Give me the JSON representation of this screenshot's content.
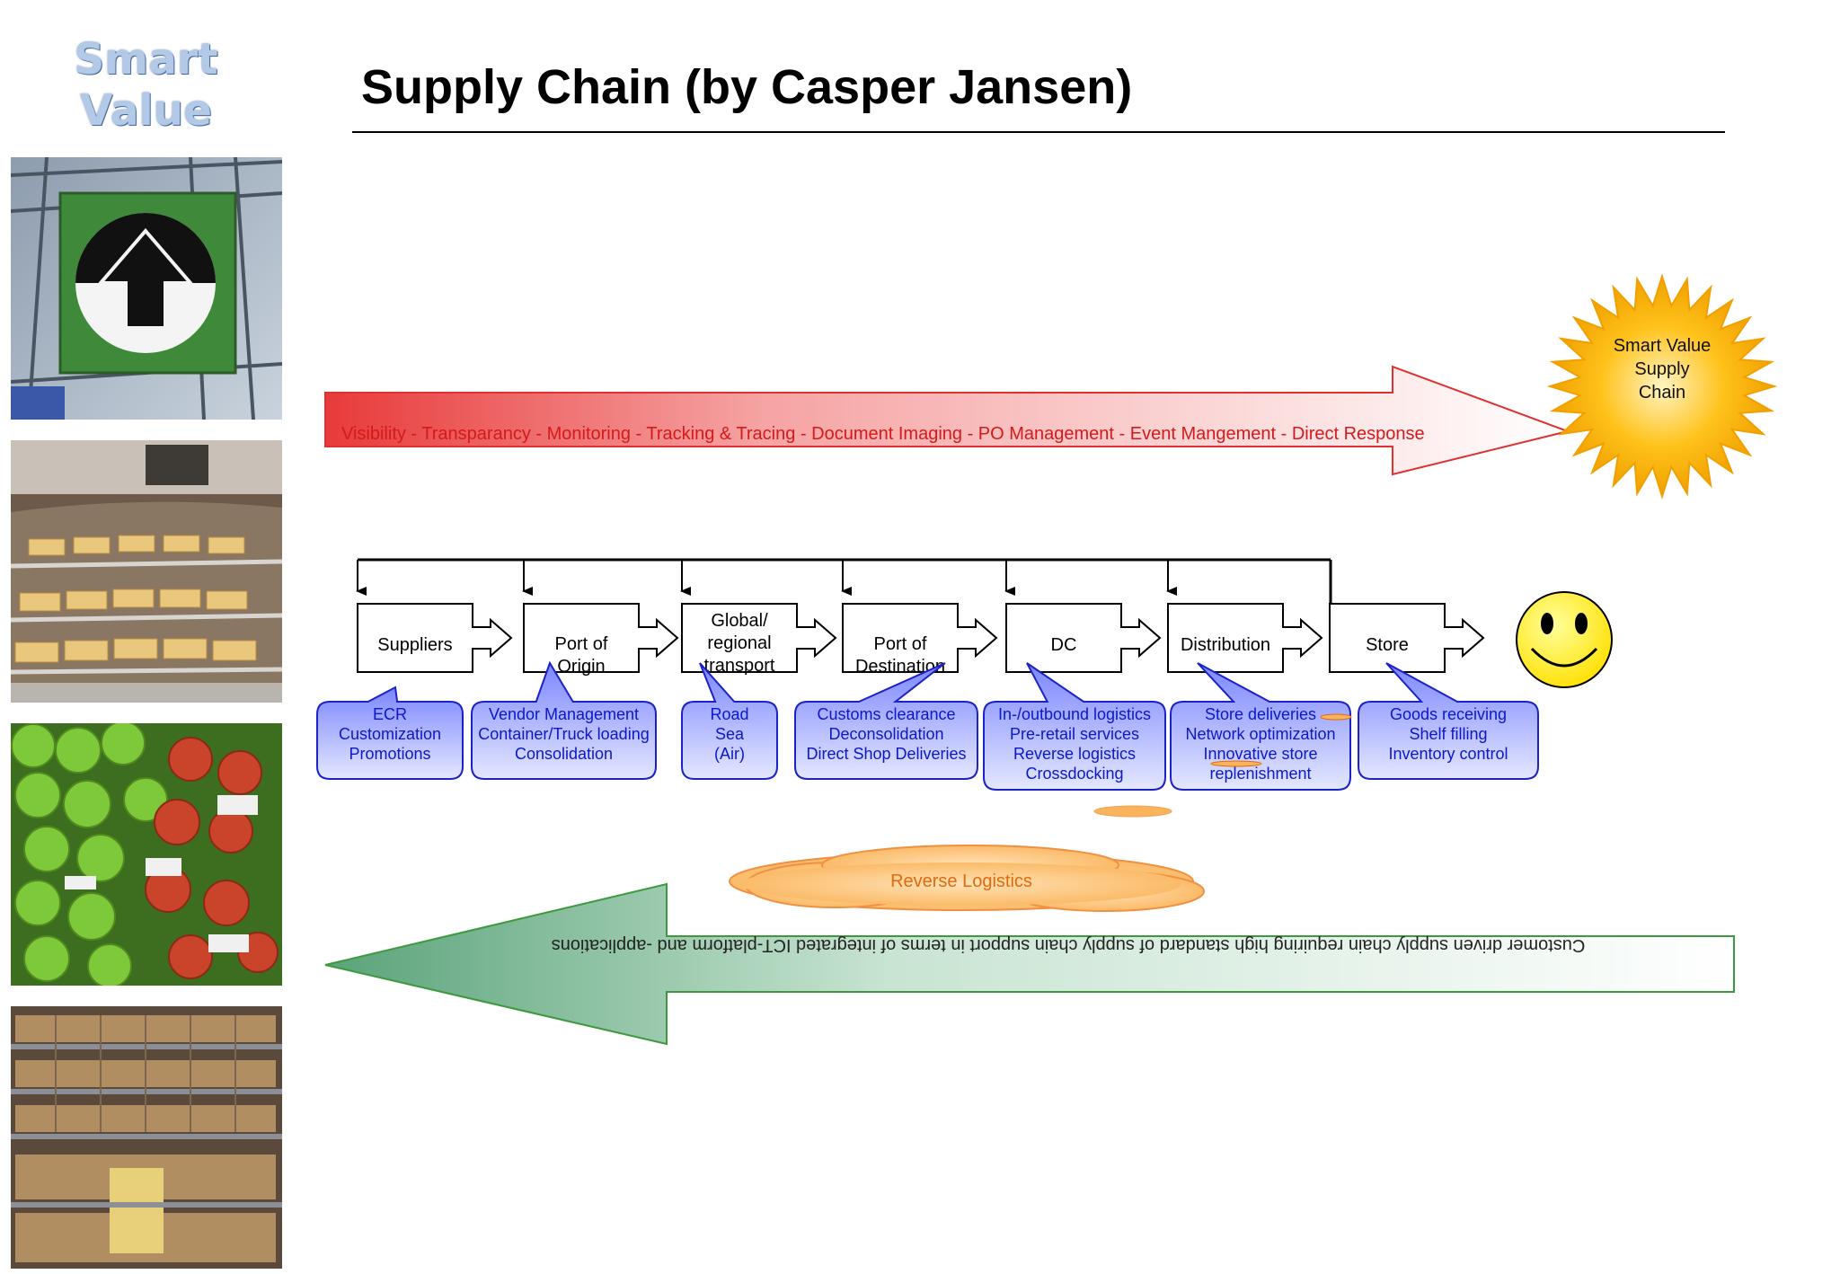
{
  "logo": {
    "line1": "Smart",
    "line2": "Value"
  },
  "title": "Supply Chain (by Casper Jansen)",
  "colors": {
    "top_arrow_start": "#e83a3a",
    "bottom_arrow_start": "#5aa37a",
    "callout_fill": "#7b86ff",
    "callout_text": "#0b17c8",
    "cloud_fill": "#fab35a",
    "cloud_text": "#e06a10",
    "sun_fill": "#ffc21a",
    "smiley_fill": "#ffea00"
  },
  "top_arrow": {
    "text": "Visibility - Transparancy - Monitoring - Tracking & Tracing - Document Imaging - PO Management - Event Mangement - Direct Response"
  },
  "sun": {
    "lines": [
      "Smart Value",
      "Supply",
      "Chain"
    ]
  },
  "chain_steps": [
    {
      "lines": [
        "Suppliers"
      ]
    },
    {
      "lines": [
        "Port of",
        "Origin"
      ]
    },
    {
      "lines": [
        "Global/",
        "regional",
        "transport"
      ]
    },
    {
      "lines": [
        "Port of",
        "Destination"
      ]
    },
    {
      "lines": [
        "DC"
      ]
    },
    {
      "lines": [
        "Distribution"
      ]
    },
    {
      "lines": [
        "Store"
      ]
    }
  ],
  "callouts": [
    {
      "lines": [
        "ECR",
        "Customization",
        "Promotions"
      ]
    },
    {
      "lines": [
        "Vendor Management",
        "Container/Truck loading",
        "Consolidation"
      ]
    },
    {
      "lines": [
        "Road",
        "Sea",
        "(Air)"
      ]
    },
    {
      "lines": [
        "Customs clearance",
        "Deconsolidation",
        "Direct Shop Deliveries"
      ]
    },
    {
      "lines": [
        "In-/outbound logistics",
        "Pre-retail services",
        "Reverse logistics",
        "Crossdocking"
      ]
    },
    {
      "lines": [
        "Store deliveries",
        "Network optimization",
        "Innovative store",
        "replenishment"
      ]
    },
    {
      "lines": [
        "Goods receiving",
        "Shelf filling",
        "Inventory control"
      ]
    }
  ],
  "cloud": {
    "text": "Reverse Logistics"
  },
  "bottom_arrow": {
    "text": "Customer driven supply chain requiring high standard of supply chain support in terms of integrated ICT-platform and -applications"
  },
  "photos": [
    {
      "icon": "up-arrow-sign-icon"
    },
    {
      "icon": "bakery-display"
    },
    {
      "icon": "apples"
    },
    {
      "icon": "store-shelves"
    }
  ]
}
